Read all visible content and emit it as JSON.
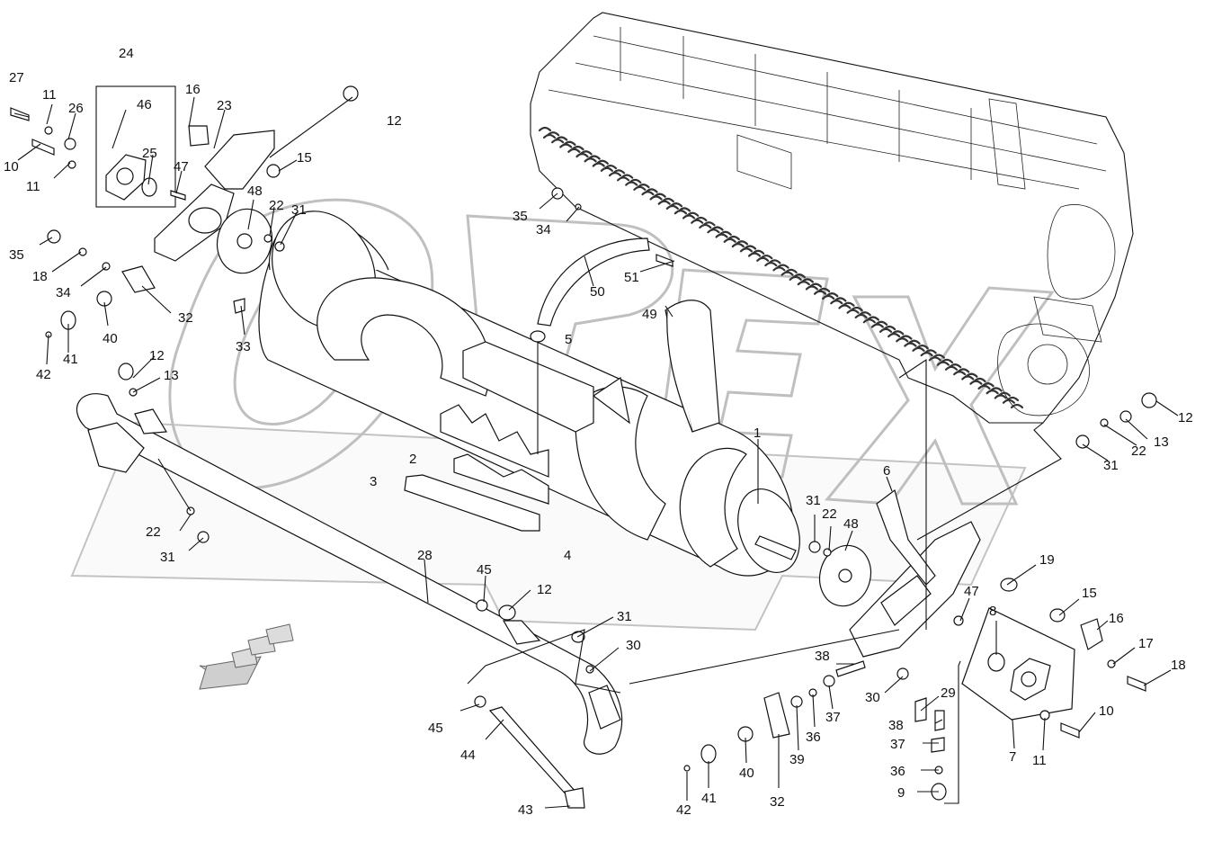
{
  "diagram": {
    "corner_mark": "",
    "callouts": [
      "24",
      "27",
      "11",
      "26",
      "46",
      "16",
      "23",
      "10",
      "11",
      "25",
      "47",
      "12",
      "15",
      "35",
      "34",
      "48",
      "22",
      "31",
      "35",
      "18",
      "34",
      "51",
      "50",
      "49",
      "32",
      "33",
      "40",
      "41",
      "42",
      "5",
      "12",
      "13",
      "1",
      "2",
      "3",
      "4",
      "6",
      "31",
      "22",
      "48",
      "12",
      "13",
      "22",
      "31",
      "19",
      "15",
      "16",
      "17",
      "18",
      "47",
      "8",
      "7",
      "10",
      "11",
      "28",
      "45",
      "12",
      "31",
      "30",
      "38",
      "30",
      "29",
      "38",
      "37",
      "36",
      "9",
      "37",
      "36",
      "39",
      "32",
      "40",
      "41",
      "42",
      "45",
      "44",
      "43",
      "22",
      "31"
    ]
  }
}
